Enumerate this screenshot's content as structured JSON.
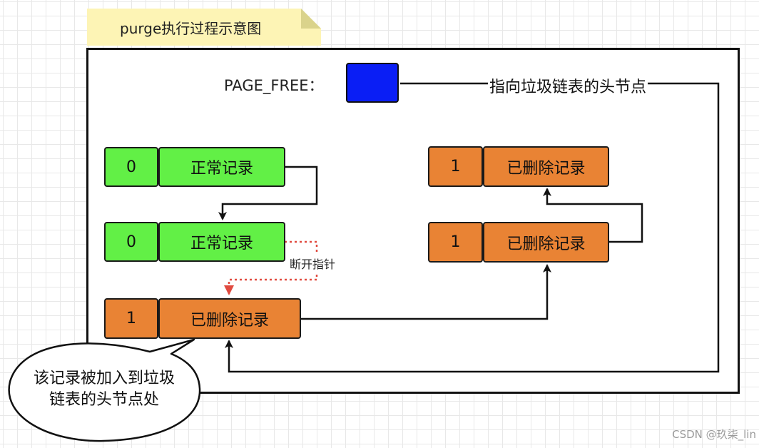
{
  "note": {
    "title": "purge执行过程示意图"
  },
  "page_free": {
    "label": "PAGE_FREE：",
    "pointer_label": "指向垃圾链表的头节点",
    "color": "#0a1ef5"
  },
  "left_records": [
    {
      "flag": "0",
      "label": "正常记录"
    },
    {
      "flag": "0",
      "label": "正常记录"
    },
    {
      "flag": "1",
      "label": "已删除记录"
    }
  ],
  "right_records": [
    {
      "flag": "1",
      "label": "已删除记录"
    },
    {
      "flag": "1",
      "label": "已删除记录"
    }
  ],
  "break_label": "断开指针",
  "callout": {
    "line1": "该记录被加入到垃圾",
    "line2": "链表的头节点处"
  },
  "watermark": "CSDN @玖柒_lin",
  "colors": {
    "normal_record": "#62f046",
    "deleted_record": "#e98334",
    "broken_link": "#d9534f"
  }
}
